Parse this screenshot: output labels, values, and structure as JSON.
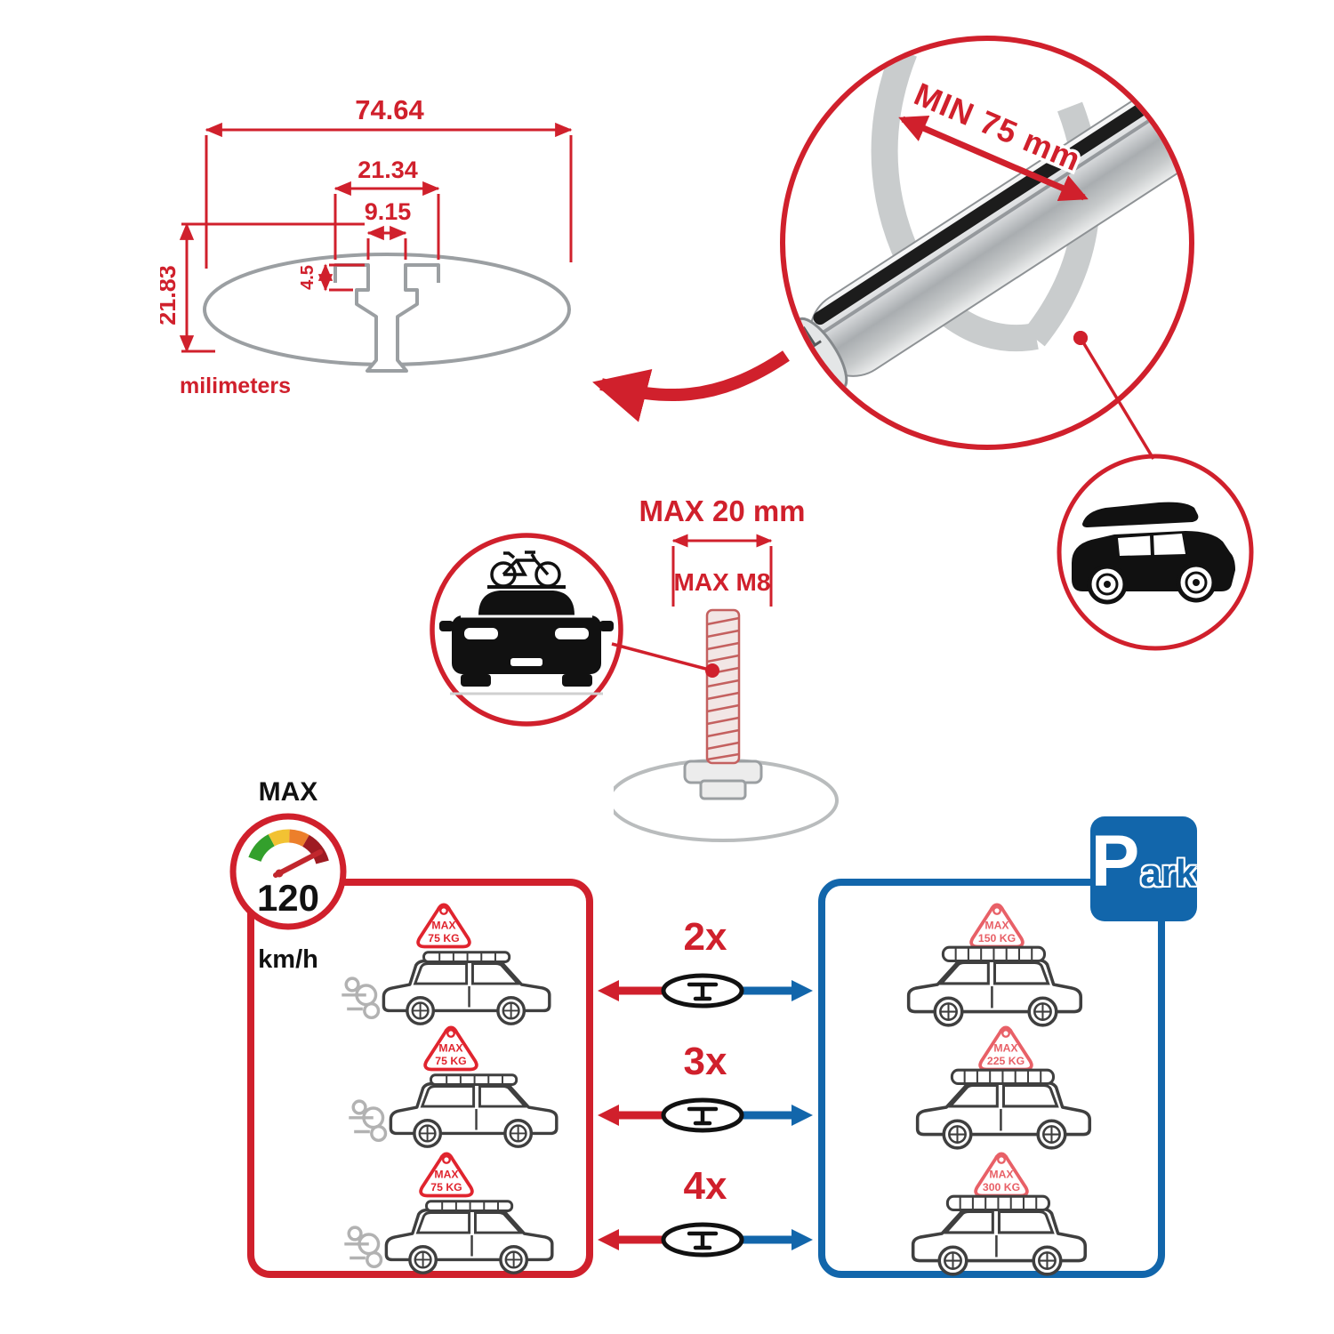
{
  "colors": {
    "red": "#d0202c",
    "blue": "#1266ab",
    "gray": "#9b9fa2",
    "dark": "#1a1a1a"
  },
  "profile_diagram": {
    "total_width": "74.64",
    "channel_width": "21.34",
    "slot_width": "9.15",
    "lip_height": "4.5",
    "total_height": "21.83",
    "units_label": "milimeters"
  },
  "bar_detail": {
    "min_clamp_span": "MIN 75 mm"
  },
  "bolt_detail": {
    "max_width": "MAX 20 mm",
    "max_thread": "MAX M8"
  },
  "speed_limit": {
    "heading": "MAX",
    "value": "120",
    "units": "km/h"
  },
  "parking_sign": {
    "letter": "P",
    "suffix": "ark"
  },
  "options": [
    {
      "qty": "2x",
      "driving_sign": {
        "line1": "MAX",
        "line2": "75 KG"
      },
      "parked_sign": {
        "line1": "MAX",
        "line2": "150 KG"
      }
    },
    {
      "qty": "3x",
      "driving_sign": {
        "line1": "MAX",
        "line2": "75 KG"
      },
      "parked_sign": {
        "line1": "MAX",
        "line2": "225 KG"
      }
    },
    {
      "qty": "4x",
      "driving_sign": {
        "line1": "MAX",
        "line2": "75 KG"
      },
      "parked_sign": {
        "line1": "MAX",
        "line2": "300 KG"
      }
    }
  ]
}
